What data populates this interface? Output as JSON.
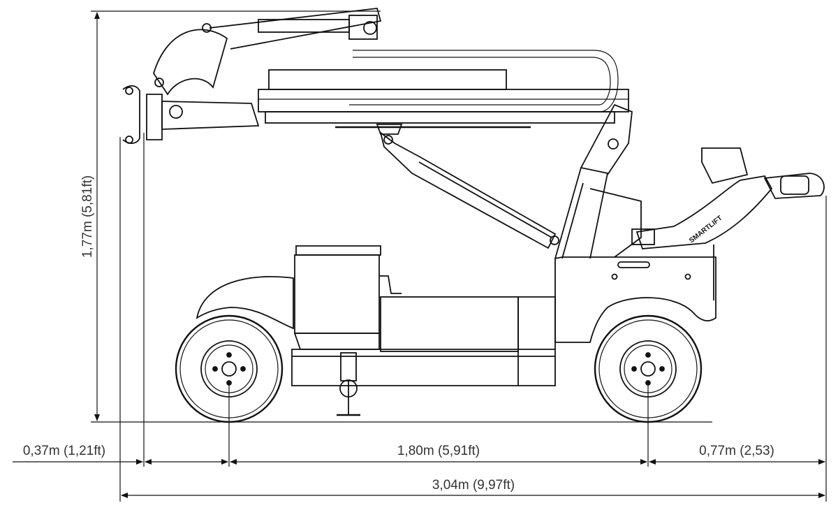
{
  "dimensions": {
    "height": "1,77m (5,81ft)",
    "front_overhang": "0,37m (1,21ft)",
    "wheelbase": "1,80m (5,91ft)",
    "rear_overhang": "0,77m (2,53)",
    "overall_length": "3,04m (9,97ft)"
  },
  "branding": {
    "machine_label": "SMARTLIFT"
  },
  "colors": {
    "line": "#111111",
    "text": "#333333",
    "background": "#ffffff"
  }
}
